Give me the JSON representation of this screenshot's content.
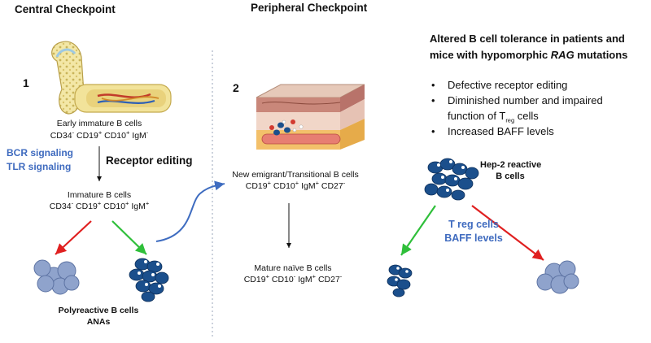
{
  "sections": {
    "central": {
      "title": "Central Checkpoint"
    },
    "peripheral": {
      "title": "Peripheral Checkpoint"
    }
  },
  "step_numbers": [
    "1",
    "2"
  ],
  "central": {
    "early_cells": "Early immature B cells",
    "early_markers": [
      "CD34",
      "-",
      " CD19",
      "+",
      " CD10",
      "+",
      " IgM",
      "-"
    ],
    "signals": [
      "BCR signaling",
      "TLR signaling"
    ],
    "receptor_editing": "Receptor editing",
    "immature_cells": "Immature B cells",
    "immature_markers": [
      "CD34",
      "-",
      " CD19",
      "+",
      " CD10",
      "+",
      " IgM",
      "+"
    ],
    "polyreactive": "Polyreactive B cells",
    "anas": "ANAs"
  },
  "peripheral": {
    "transitional_cells": "New emigrant/Transitional B cells",
    "transitional_markers": [
      "CD19",
      "+",
      " CD10",
      "+",
      " IgM",
      "+",
      " CD27",
      "-"
    ],
    "mature_cells": "Mature naïve B cells",
    "mature_markers": [
      "CD19",
      "+",
      " CD10",
      "-",
      " IgM",
      "+",
      " CD27",
      "-"
    ]
  },
  "rag": {
    "title_line1": "Altered B cell tolerance in patients and",
    "title_line2_pre": "mice with hypomorphic ",
    "title_line2_em": "RAG",
    "title_line2_post": " mutations",
    "bullets": [
      {
        "pre": "Defective receptor editing"
      },
      {
        "pre": "Diminished number and impaired"
      },
      {
        "pre": "function of T",
        "sub": "reg",
        "post": " cells"
      },
      {
        "pre": "Increased BAFF levels"
      }
    ],
    "hep2_line1": "Hep-2 reactive",
    "hep2_line2": "B cells",
    "treg": "T reg cells",
    "baff": "BAFF levels"
  },
  "colors": {
    "blue_text": "#3f6bbf",
    "cell_dark": "#1b4f8c",
    "cell_light": "#8fa3cc",
    "red_arrow": "#e02020",
    "green_arrow": "#2fbf3a",
    "curve_arrow": "#3e6cc0",
    "divider": "#9aa6b8"
  },
  "icons": [
    "bone-icon",
    "skin-tissue-icon",
    "b-cell-cluster-icon"
  ]
}
